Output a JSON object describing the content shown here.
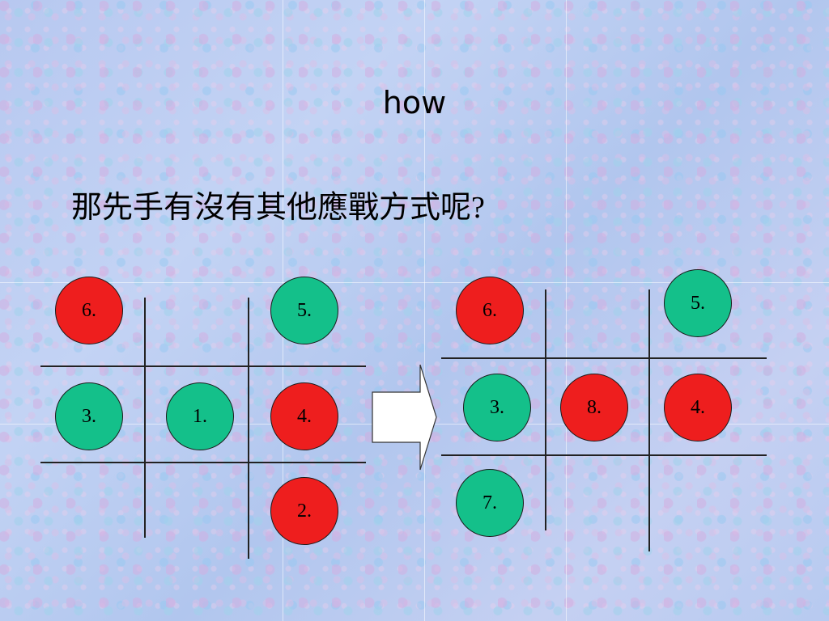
{
  "slide": {
    "title": "how",
    "question": "那先手有沒有其他應戰方式呢?"
  },
  "colors": {
    "red_stone": "#ee1e1e",
    "green_stone": "#14c08a",
    "grid_line": "#222222",
    "background": "#b9cdf0"
  },
  "left_board": {
    "stones": [
      {
        "label": "6.",
        "color": "red"
      },
      {
        "label": "5.",
        "color": "green"
      },
      {
        "label": "3.",
        "color": "green"
      },
      {
        "label": "1.",
        "color": "green"
      },
      {
        "label": "4.",
        "color": "red"
      },
      {
        "label": "2.",
        "color": "red"
      }
    ]
  },
  "right_board": {
    "stones": [
      {
        "label": "6.",
        "color": "red"
      },
      {
        "label": "5.",
        "color": "green"
      },
      {
        "label": "3.",
        "color": "green"
      },
      {
        "label": "8.",
        "color": "red"
      },
      {
        "label": "4.",
        "color": "red"
      },
      {
        "label": "7.",
        "color": "green"
      }
    ]
  },
  "arrow": {
    "icon": "right-arrow-icon"
  }
}
